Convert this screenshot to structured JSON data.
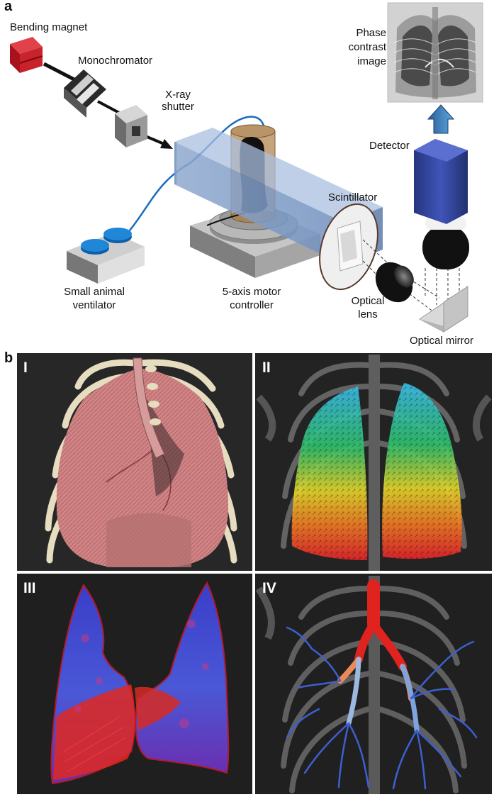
{
  "panel_a": {
    "letter": "a",
    "labels": {
      "bending_magnet": "Bending magnet",
      "monochromator": "Monochromator",
      "xray_shutter_1": "X-ray",
      "xray_shutter_2": "shutter",
      "phase_1": "Phase",
      "phase_2": "contrast",
      "phase_3": "image",
      "detector": "Detector",
      "scintillator": "Scintillator",
      "ventilator_1": "Small animal",
      "ventilator_2": "ventilator",
      "motor_1": "5-axis motor",
      "motor_2": "controller",
      "lens_1": "Optical",
      "lens_2": "lens",
      "mirror": "Optical mirror"
    }
  },
  "panel_b": {
    "letter": "b",
    "subpanels": [
      "I",
      "II",
      "III",
      "IV"
    ]
  },
  "colors": {
    "magnet_red": "#c8232c",
    "beam_blue": "#7f9cc4",
    "detector_blue": "#2c3f96",
    "ventilator_blue": "#1f78c8",
    "panel_bg": "#232323",
    "lung_pink": "#cf8585",
    "rib_cream": "#e6dcc0",
    "vessel_red": "#e0231e",
    "vessel_blue": "#3d5fd0"
  }
}
